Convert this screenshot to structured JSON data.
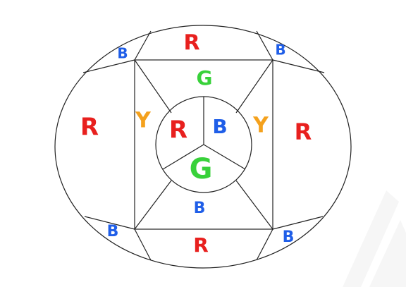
{
  "colors": {
    "R": "#e8201e",
    "G": "#38d13a",
    "B": "#1f5ee8",
    "Y": "#f4a11d"
  },
  "labels": {
    "top_outer": "R",
    "bottom_outer": "R",
    "left_outer": "R",
    "right_outer": "R",
    "corner_top_left": "B",
    "corner_top_right": "B",
    "corner_bottom_left": "B",
    "corner_bottom_right": "B",
    "inner_top": "G",
    "inner_bottom": "B",
    "inner_left": "Y",
    "inner_right": "Y",
    "center_left": "R",
    "center_right": "B",
    "center_bottom": "G"
  }
}
